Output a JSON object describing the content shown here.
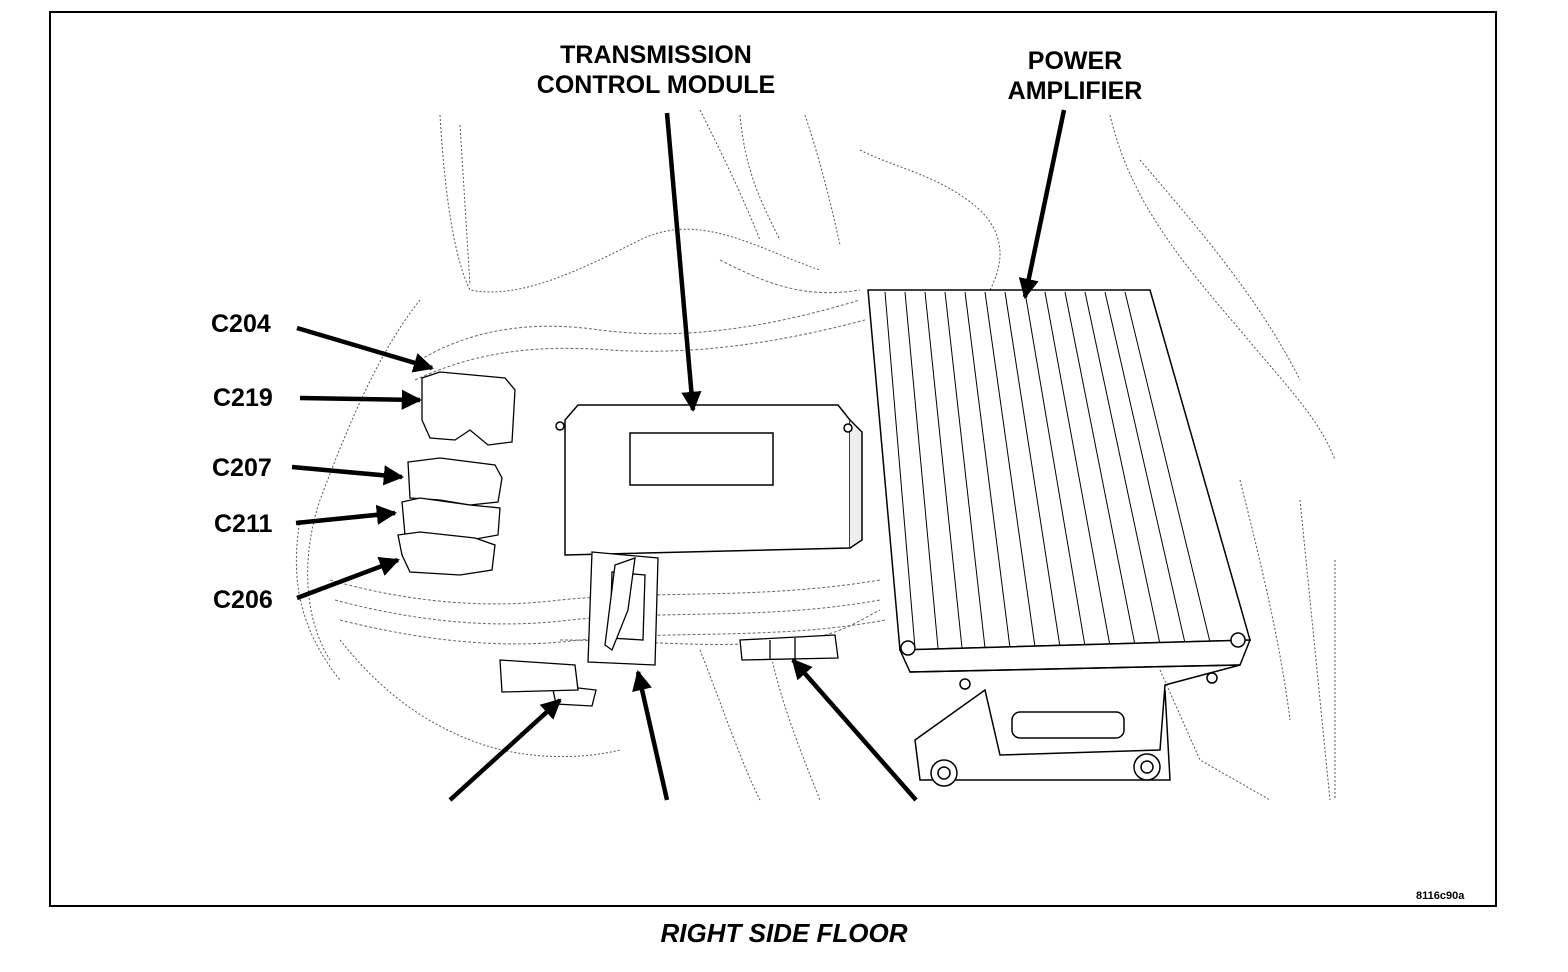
{
  "labels": {
    "tcm_line1": "TRANSMISSION",
    "tcm_line2": "CONTROL MODULE",
    "amp_line1": "POWER",
    "amp_line2": "AMPLIFIER",
    "c204": "C204",
    "c219": "C219",
    "c207": "C207",
    "c211": "C211",
    "c206": "C206"
  },
  "reference_code": "8116c90a",
  "caption": "RIGHT SIDE FLOOR"
}
